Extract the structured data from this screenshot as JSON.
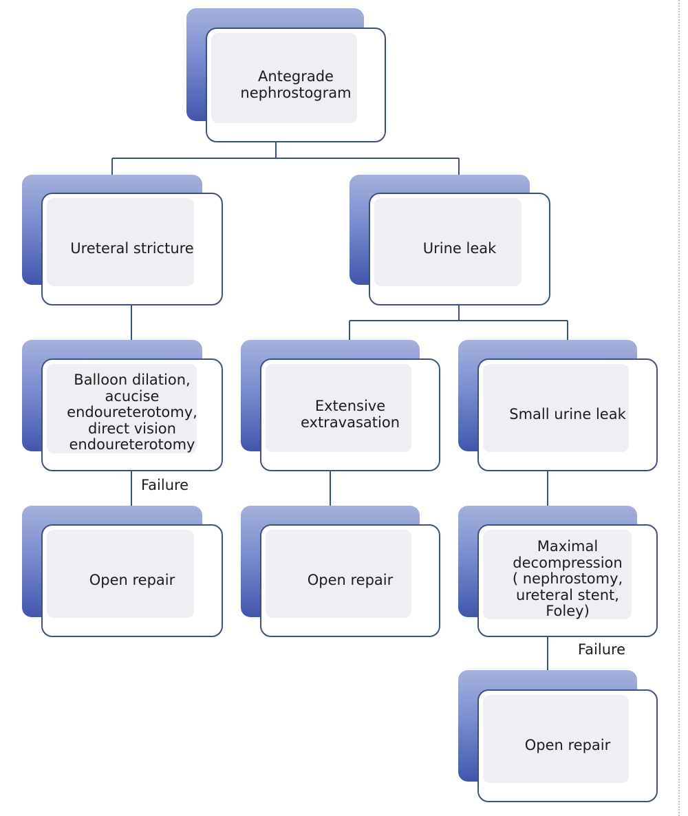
{
  "diagram": {
    "nodes": [
      {
        "id": "n1",
        "name": "node-antegrade-nephrostogram",
        "text": "Antegrade\nnephrostogram"
      },
      {
        "id": "n2",
        "name": "node-ureteral-stricture",
        "text": "Ureteral stricture"
      },
      {
        "id": "n3",
        "name": "node-urine-leak",
        "text": "Urine leak"
      },
      {
        "id": "n4",
        "name": "node-balloon-dilation",
        "text": "Balloon dilation,\nacucise\nendoureterotomy,\ndirect vision\nendoureterotomy"
      },
      {
        "id": "n5",
        "name": "node-extensive-extravasation",
        "text": "Extensive\nextravasation"
      },
      {
        "id": "n6",
        "name": "node-small-urine-leak",
        "text": "Small urine leak"
      },
      {
        "id": "n7",
        "name": "node-open-repair-stricture",
        "text": "Open repair"
      },
      {
        "id": "n8",
        "name": "node-open-repair-extravasation",
        "text": "Open repair"
      },
      {
        "id": "n9",
        "name": "node-maximal-decompression",
        "text": "Maximal\ndecompression\n( nephrostomy,\nureteral stent,\nFoley)"
      },
      {
        "id": "n10",
        "name": "node-open-repair-decompression",
        "text": "Open repair"
      }
    ],
    "edge_labels": [
      {
        "id": "l1",
        "name": "failure-label-stricture",
        "text": "Failure"
      },
      {
        "id": "l2",
        "name": "failure-label-decompression",
        "text": "Failure"
      }
    ],
    "colors": {
      "card_border": "#3e4f86",
      "card_fill": "#ffffff",
      "card_inner": "#eeeff3",
      "shadow_light": "#a4b1dd",
      "shadow_dark": "#3f56ad",
      "connector": "#3e4f86"
    }
  }
}
